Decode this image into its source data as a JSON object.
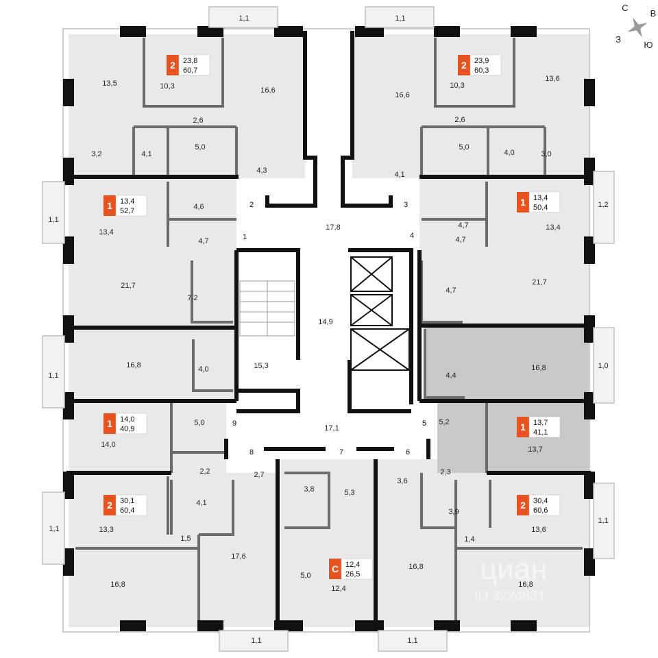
{
  "colors": {
    "accent": "#e8521e",
    "apt_fill": "#e9e9e9",
    "highlight_fill": "#c8c8c8",
    "wall": "#111111",
    "partition": "#6b6b6b"
  },
  "compass": {
    "n": "С",
    "e": "В",
    "s": "Ю",
    "w": "З"
  },
  "watermark": {
    "brand": "циан",
    "id": "ID 3224831"
  },
  "apartments": [
    {
      "id": "a1",
      "rooms": "2",
      "living": "23,8",
      "total": "60,7"
    },
    {
      "id": "a2",
      "rooms": "2",
      "living": "23,9",
      "total": "60,3"
    },
    {
      "id": "a3",
      "rooms": "1",
      "living": "13,4",
      "total": "52,7"
    },
    {
      "id": "a4",
      "rooms": "1",
      "living": "13,4",
      "total": "50,4"
    },
    {
      "id": "a5",
      "rooms": "1",
      "living": "14,0",
      "total": "40,9"
    },
    {
      "id": "a6",
      "rooms": "1",
      "living": "13,7",
      "total": "41,1"
    },
    {
      "id": "a7",
      "rooms": "2",
      "living": "30,1",
      "total": "60,4"
    },
    {
      "id": "a8",
      "rooms": "2",
      "living": "30,4",
      "total": "60,6"
    },
    {
      "id": "a9",
      "rooms": "С",
      "living": "12,4",
      "total": "26,5"
    }
  ],
  "room_areas": [
    "1,1",
    "1,1",
    "13,5",
    "10,3",
    "16,6",
    "2,6",
    "3,2",
    "4,1",
    "5,0",
    "4,3",
    "16,6",
    "10,3",
    "13,6",
    "2,6",
    "5,0",
    "4,0",
    "3,0",
    "4,1",
    "1,1",
    "13,4",
    "4,6",
    "4,7",
    "17,8",
    "13,4",
    "4,7",
    "4,7",
    "1,2",
    "21,7",
    "7,2",
    "14,9",
    "4,7",
    "21,7",
    "1,1",
    "16,8",
    "4,0",
    "15,3",
    "4,4",
    "16,8",
    "1,0",
    "5,0",
    "17,1",
    "5,2",
    "14,0",
    "13,7",
    "2,2",
    "2,7",
    "3,8",
    "5,3",
    "3,6",
    "2,3",
    "1,1",
    "4,1",
    "13,3",
    "3,9",
    "13,6",
    "1,1",
    "1,5",
    "1,4",
    "17,6",
    "5,0",
    "16,8",
    "12,4",
    "16,8",
    "16,8",
    "1,1",
    "1,1"
  ],
  "door_numbers": [
    "1",
    "2",
    "3",
    "4",
    "5",
    "6",
    "7",
    "8",
    "9"
  ]
}
